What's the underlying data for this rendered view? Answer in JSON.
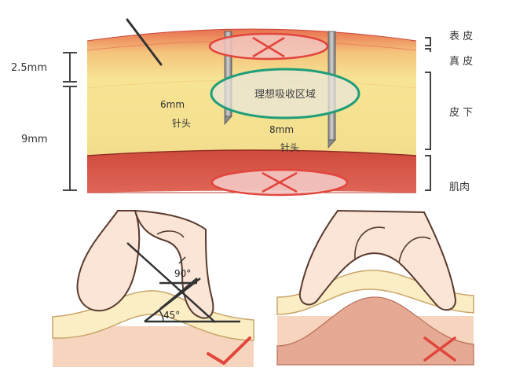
{
  "top_panel": {
    "measure_top": "2.5mm",
    "measure_bottom": "9mm",
    "needle_short": {
      "length": "6mm",
      "label": "针头"
    },
    "needle_long": {
      "length": "8mm",
      "label": "针头"
    },
    "ideal_zone": "理想吸收区域",
    "layers": {
      "epidermis": "表 皮",
      "dermis": "真 皮",
      "subcutaneous": "皮 下",
      "muscle": "肌肉"
    }
  },
  "bottom_left": {
    "angle_90": "90°",
    "angle_45": "45°",
    "mark": "check"
  },
  "bottom_right": {
    "mark": "cross"
  },
  "colors": {
    "epidermis_red": "#e4604d",
    "subcutaneous_yellow": "#f4e08c",
    "muscle_red": "#d9574a",
    "wrong_mark": "#e2453c",
    "ideal_zone_outline": "#1f9e7a",
    "skin_tone": "#f7d4bd"
  }
}
